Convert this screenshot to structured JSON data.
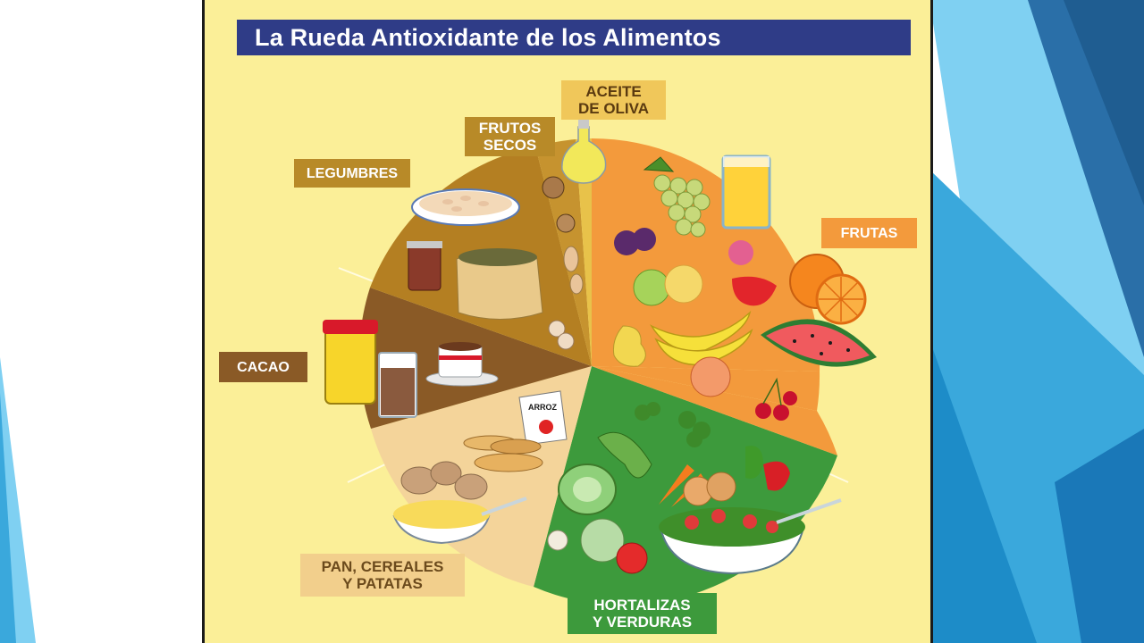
{
  "title": "La Rueda Antioxidante de los Alimentos",
  "colors": {
    "slide_background": "#ffffff",
    "figure_background": "#fbef98",
    "title_bar": "#2f3c87",
    "frutas": "#f39a3c",
    "hortalizas": "#3d9a3c",
    "pan": "#f4d49a",
    "cacao": "#8a5a26",
    "legumbres": "#b47f22",
    "frutos_secos": "#c6932f",
    "accent_blue": "#2e86c1"
  },
  "labels": {
    "aceite": {
      "line1": "ACEITE",
      "line2": "DE OLIVA"
    },
    "frutos_secos": {
      "line1": "FRUTOS",
      "line2": "SECOS"
    },
    "legumbres": {
      "line1": "LEGUMBRES"
    },
    "frutas": {
      "line1": "FRUTAS"
    },
    "cacao": {
      "line1": "CACAO"
    },
    "pan": {
      "line1": "PAN, CEREALES",
      "line2": "Y PATATAS"
    },
    "hortalizas": {
      "line1": "HORTALIZAS",
      "line2": "Y VERDURAS"
    }
  },
  "illustration_text": {
    "arroz": "ARROZ"
  },
  "icons": [
    "grapes-icon",
    "orange-juice-icon",
    "apple-icon",
    "banana-icon",
    "watermelon-icon",
    "cherries-icon",
    "pear-icon",
    "strawberry-icon",
    "orange-icon",
    "lettuce-icon",
    "carrot-icon",
    "onion-icon",
    "pepper-icon",
    "tomato-icon",
    "salad-bowl-icon",
    "bread-icon",
    "potato-icon",
    "pasta-bowl-icon",
    "rice-bag-icon",
    "cocoa-jar-icon",
    "cocoa-cup-icon",
    "cocoa-glass-icon",
    "beans-bowl-icon",
    "lentil-sack-icon",
    "bean-jar-icon",
    "walnut-icon",
    "peanut-icon",
    "olive-oil-bottle-icon"
  ]
}
